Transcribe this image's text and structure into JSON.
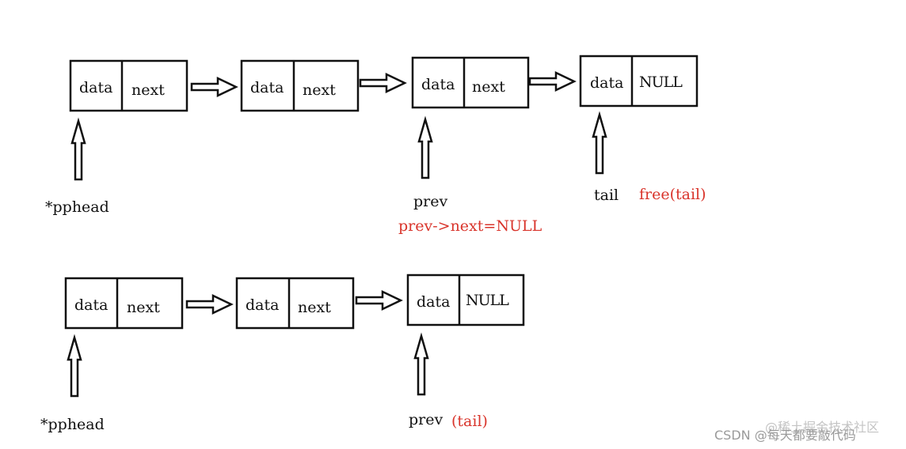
{
  "row1": {
    "nodes": [
      {
        "left": "data",
        "right": "next"
      },
      {
        "left": "data",
        "right": "next"
      },
      {
        "left": "data",
        "right": "next"
      },
      {
        "left": "data",
        "right": "NULL"
      }
    ],
    "pointers": {
      "head": "*pphead",
      "prev": "prev",
      "prev_note": "prev->next=NULL",
      "tail": "tail",
      "tail_note": "free(tail)"
    }
  },
  "row2": {
    "nodes": [
      {
        "left": "data",
        "right": "next"
      },
      {
        "left": "data",
        "right": "next"
      },
      {
        "left": "data",
        "right": "NULL"
      }
    ],
    "pointers": {
      "head": "*pphead",
      "prev": "prev",
      "prev_note": "(tail)"
    }
  },
  "watermark": {
    "csdn": "CSDN @每天都要敲代码",
    "juejin": "@稀土掘金技术社区"
  },
  "colors": {
    "ink": "#111111",
    "annotation": "#d9342b",
    "watermark": "#9a9a9a"
  }
}
